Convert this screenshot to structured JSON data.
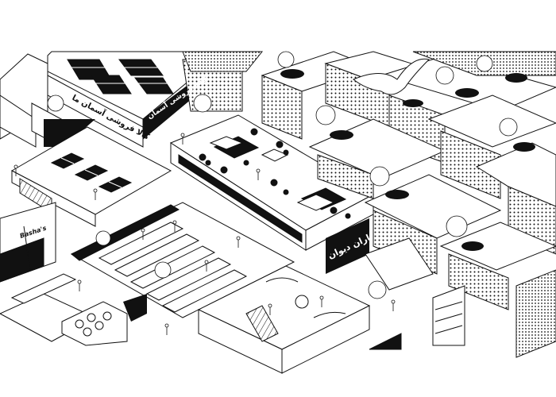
{
  "signs": {
    "rooftop_left_sign": "کالا فروشی آسمان ما",
    "rooftop_right_sign": "کافه فروشی آسمان",
    "cafe_sign": "پاران دیوان",
    "left_shop_sign": "Basha's"
  },
  "colors": {
    "ink": "#111111",
    "paper": "#ffffff",
    "shade": "#e9e9e9"
  },
  "icons": {
    "tree": "tree-icon",
    "person": "person-icon",
    "umbrella": "umbrella-icon",
    "bird": "bird-icon"
  }
}
